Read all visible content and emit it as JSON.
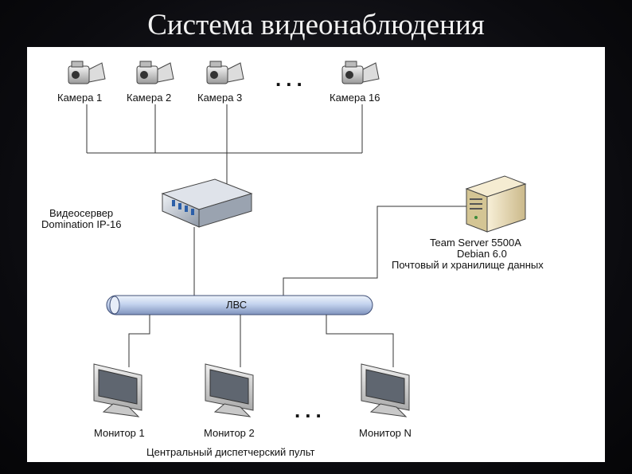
{
  "title": "Система видеонаблюдения",
  "cameras": [
    {
      "label": "Камера 1"
    },
    {
      "label": "Камера 2"
    },
    {
      "label": "Камера 3"
    },
    {
      "label": "Камера 16"
    }
  ],
  "ellipsis": "...",
  "video_server": {
    "line1": "Видеосервер",
    "line2": "Domination IP-16"
  },
  "team_server": {
    "line1": "Team Server 5500A",
    "line2": "Debian 6.0",
    "line3": "Почтовый и хранилище данных"
  },
  "lan": {
    "label": "ЛВС"
  },
  "monitors": [
    {
      "label": "Монитор 1"
    },
    {
      "label": "Монитор 2"
    },
    {
      "label": "Монитор N"
    }
  ],
  "console": {
    "label": "Центральный диспетчерский пульт"
  }
}
